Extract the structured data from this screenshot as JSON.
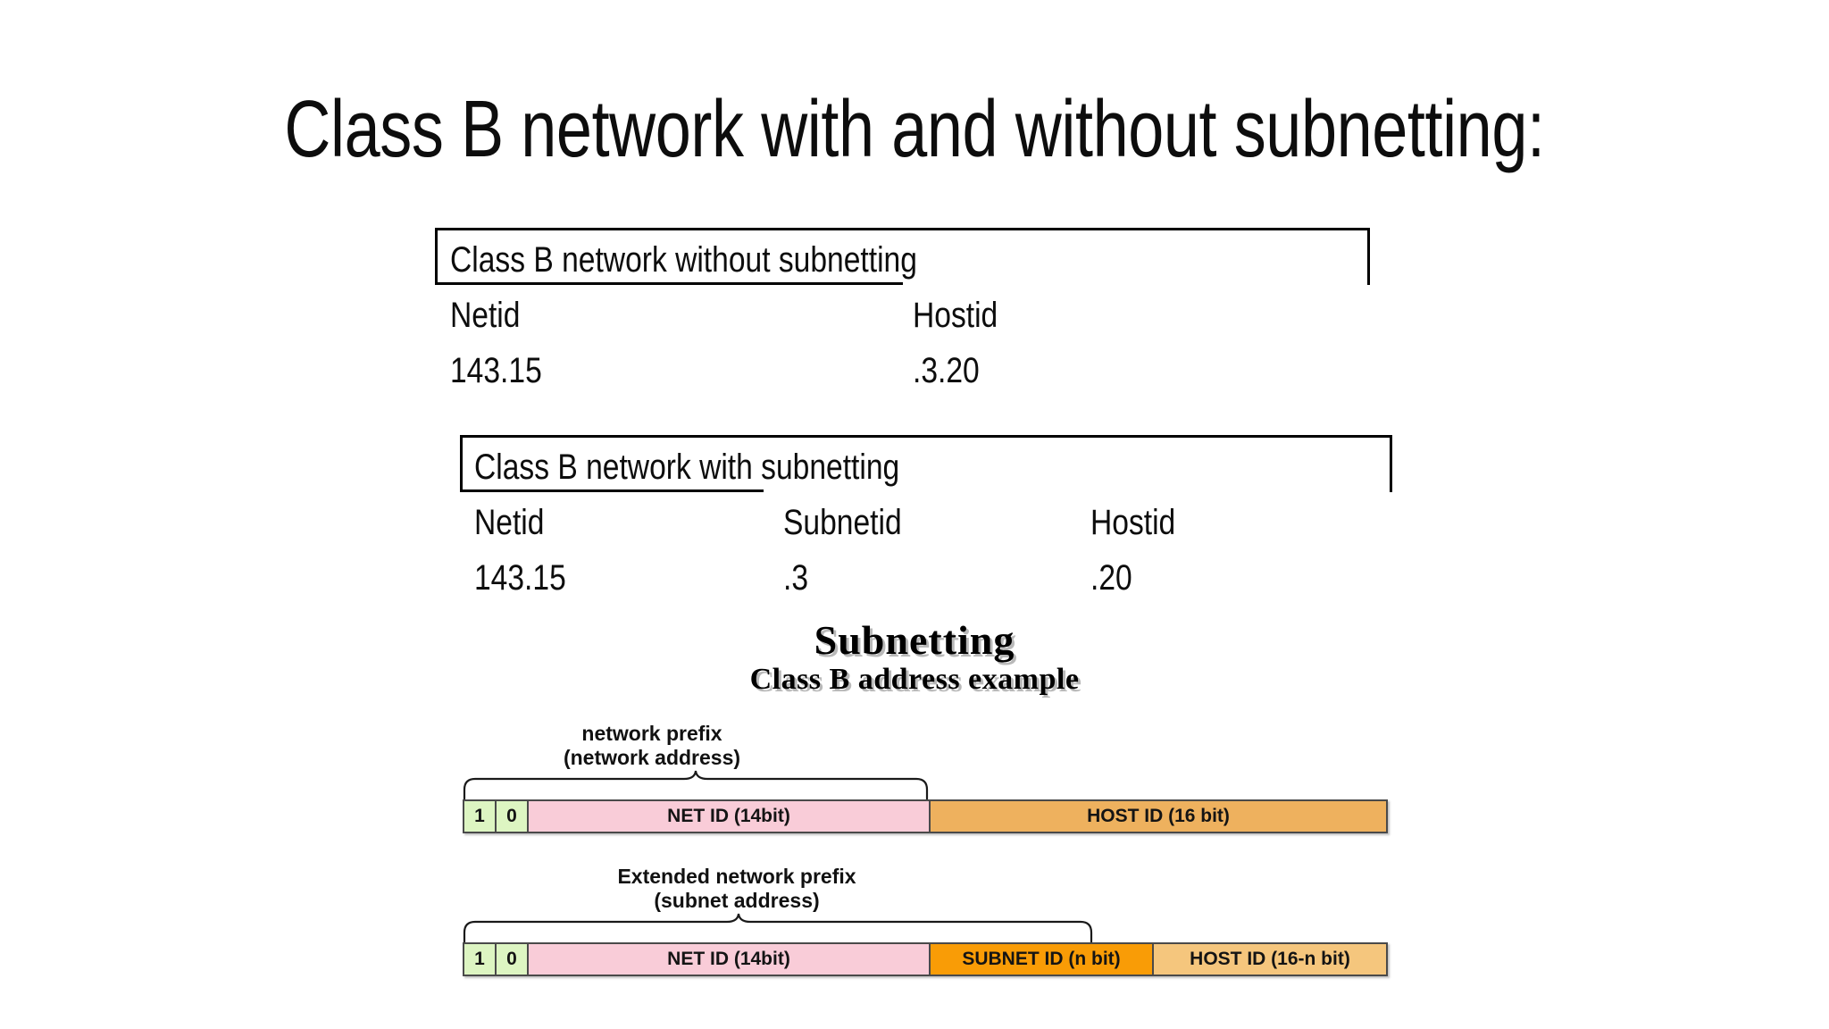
{
  "slide": {
    "title": "Class B network with and without subnetting:"
  },
  "block_without": {
    "heading": "Class B network without subnetting",
    "columns": [
      "Netid",
      "Hostid"
    ],
    "values": [
      "143.15",
      ".3.20"
    ]
  },
  "block_with": {
    "heading": "Class B network with subnetting",
    "columns": [
      "Netid",
      "Subnetid",
      "Hostid"
    ],
    "values": [
      "143.15",
      ".3",
      ".20"
    ]
  },
  "figure": {
    "title": "Subnetting",
    "subtitle": "Class B address example",
    "brace_top": {
      "line1": "network prefix",
      "line2": "(network address)"
    },
    "brace_bottom": {
      "line1": "Extended network prefix",
      "line2": "(subnet address)"
    },
    "bar_without_subnetting": {
      "segments": [
        {
          "label": "1",
          "color": "#ddf5c2"
        },
        {
          "label": "0",
          "color": "#ddf5c2"
        },
        {
          "label": "NET ID (14bit)",
          "color": "#f9ccd8"
        },
        {
          "label": "HOST ID (16 bit)",
          "color": "#eeb15e"
        }
      ]
    },
    "bar_with_subnetting": {
      "segments": [
        {
          "label": "1",
          "color": "#ddf5c2"
        },
        {
          "label": "0",
          "color": "#ddf5c2"
        },
        {
          "label": "NET ID (14bit)",
          "color": "#f9ccd8"
        },
        {
          "label": "SUBNET ID (n bit)",
          "color": "#f99c06"
        },
        {
          "label": "HOST ID (16-n bit)",
          "color": "#f5c67d"
        }
      ]
    }
  },
  "colors": {
    "text": "#0d0d0d",
    "border": "#000000",
    "bar_outline": "#4a4a4a",
    "green": "#ddf5c2",
    "pink": "#f9ccd8",
    "orange_light": "#eeb15e",
    "orange_strong": "#f99c06",
    "orange_pale": "#f5c67d"
  }
}
